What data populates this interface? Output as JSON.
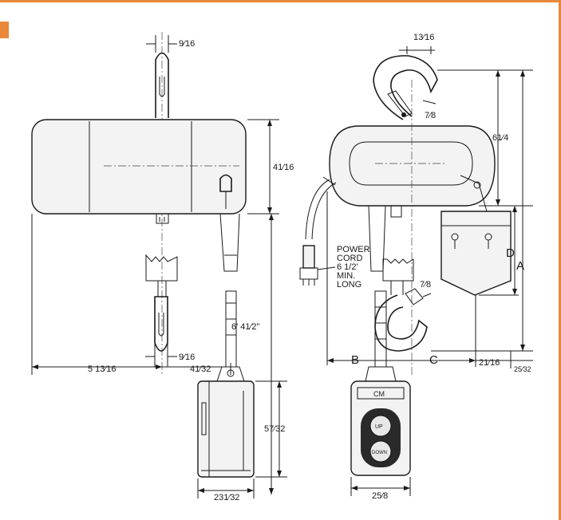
{
  "colors": {
    "accent": "#e9873a",
    "line": "#1a1a1a",
    "paper": "#ffffff"
  },
  "dimensions": {
    "top_hook_width": "9⁄16",
    "body_height": "41⁄16",
    "bottom_hook_width": "9⁄16",
    "overall_length": "5 13⁄16",
    "offset": "41⁄32",
    "chain_length": "6' 41⁄2\"",
    "pendant_height": "57⁄32",
    "pendant_width_side": "231⁄32",
    "hook_top_width": "13⁄16",
    "hook_throat": "7⁄8",
    "height_total": "61⁄4",
    "hook_throat_lower": "7⁄8",
    "pendant_width_front": "25⁄8",
    "right_offset": "21⁄16",
    "right_offset_small": "25⁄32"
  },
  "labels": {
    "power_cord": [
      "POWER",
      "CORD",
      "6 1/2'",
      "MIN.",
      "LONG"
    ],
    "D": "D",
    "A": "A",
    "B": "B",
    "C": "C",
    "brand": "CM",
    "up": "UP",
    "down": "DOWN"
  }
}
